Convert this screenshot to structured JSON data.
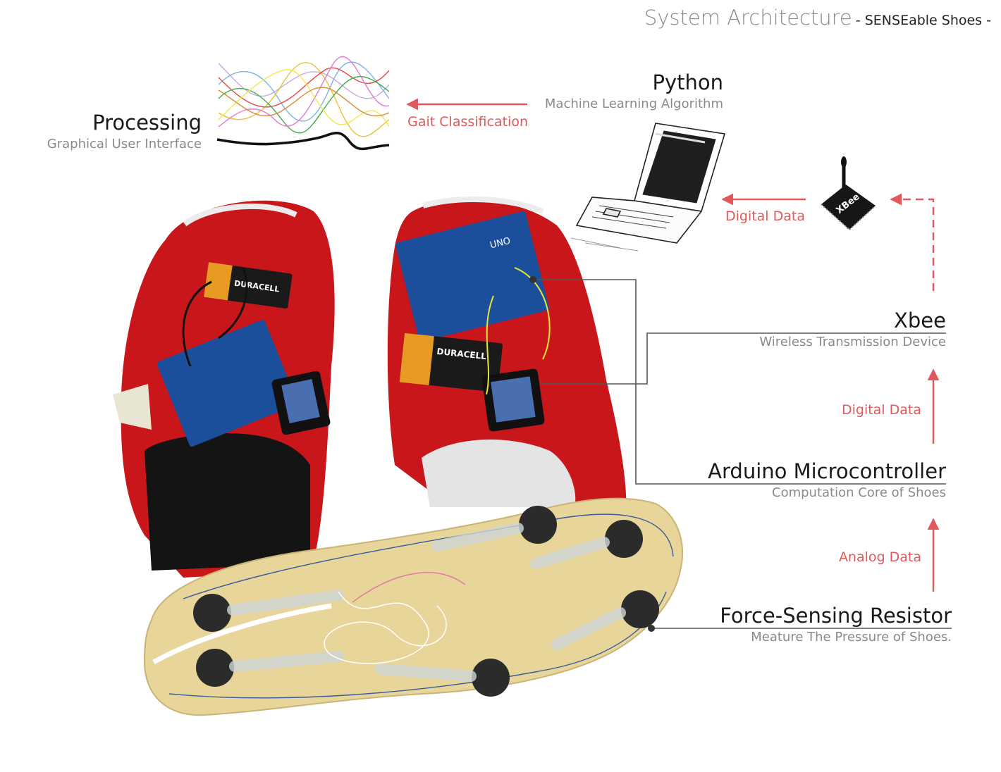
{
  "header": {
    "title": "System Architecture",
    "subtitle": "- SENSEable Shoes -"
  },
  "components": {
    "processing": {
      "name": "Processing",
      "desc": "Graphical User Interface"
    },
    "python": {
      "name": "Python",
      "desc": "Machine Learning Algorithm"
    },
    "xbee": {
      "name": "Xbee",
      "desc": "Wireless Transmission Device"
    },
    "arduino": {
      "name": "Arduino Microcontroller",
      "desc": "Computation Core of Shoes"
    },
    "fsr": {
      "name": "Force-Sensing Resistor",
      "desc": "Meature The Pressure of Shoes."
    }
  },
  "flows": {
    "gait": "Gait Classification",
    "digital_top": "Digital Data",
    "digital_right": "Digital Data",
    "analog": "Analog Data"
  },
  "images": {
    "xbee_label": "XBee",
    "battery_label": "DURACELL",
    "board_label": "UNO"
  },
  "colors": {
    "accent": "#e0595b",
    "shoe_red": "#c8161b",
    "insole": "#e8d59a",
    "board_blue": "#1b4f9c"
  }
}
